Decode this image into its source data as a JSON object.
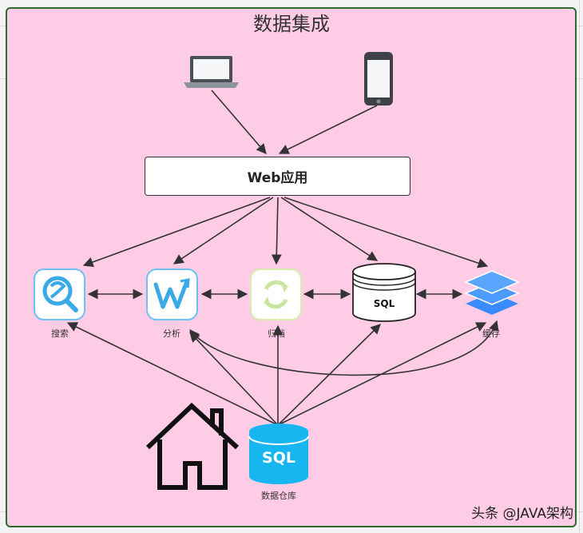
{
  "title": "数据集成",
  "web_app": "Web应用",
  "nodes": {
    "search": "搜索",
    "analysis": "分析",
    "archive": "归档",
    "sql_db": "SQL",
    "cache": "缓存",
    "warehouse": "数据仓库",
    "warehouse_icon_text": "SQL"
  },
  "icons": {
    "laptop": "laptop-icon",
    "phone": "smartphone-icon",
    "search": "search-icon",
    "analysis": "analysis-w-icon",
    "archive": "archive-sync-icon",
    "database": "database-icon",
    "cache": "layers-icon",
    "warehouse": "sql-database-icon",
    "home": "house-icon"
  },
  "watermark": "头条 @JAVA架构",
  "colors": {
    "background": "#ffcce6",
    "border": "#2e6b2e",
    "accent_blue": "#3aa9e8",
    "accent_green": "#c8e6a0",
    "cache_blue": "#3b8bff",
    "warehouse_blue": "#17b6f0"
  }
}
